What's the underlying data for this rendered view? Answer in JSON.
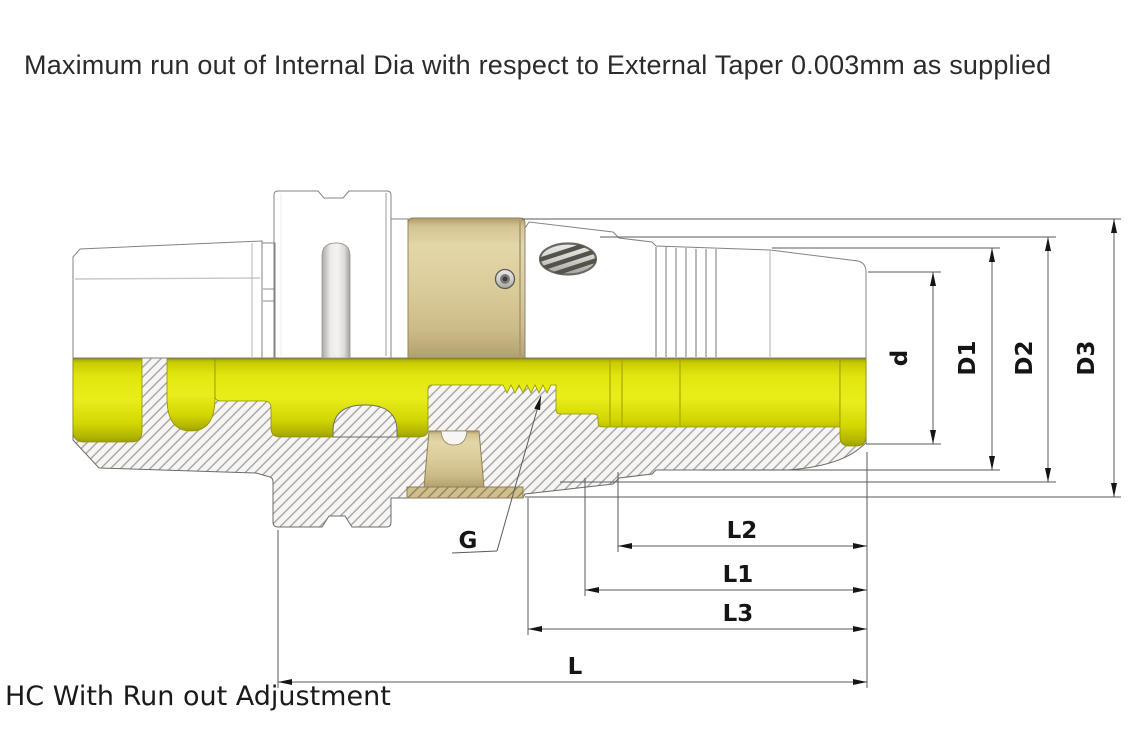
{
  "header": {
    "note": "Maximum run out of Internal Dia with respect to External Taper 0.003mm as supplied"
  },
  "footer": {
    "caption": "HC With Run out Adjustment"
  },
  "dimensions": {
    "d": "d",
    "D1": "D1",
    "D2": "D2",
    "D3": "D3",
    "L": "L",
    "L1": "L1",
    "L2": "L2",
    "L3": "L3",
    "G": "G"
  },
  "colors": {
    "section_yellow": "#dce005",
    "collar_tan": "#d6c692",
    "steel_grey": "#d9d7d4",
    "dimension_line": "#5a5a5a",
    "annotation_text": "#151515",
    "note_text": "#2b2b2b",
    "caption_text": "#1a1a1a"
  }
}
